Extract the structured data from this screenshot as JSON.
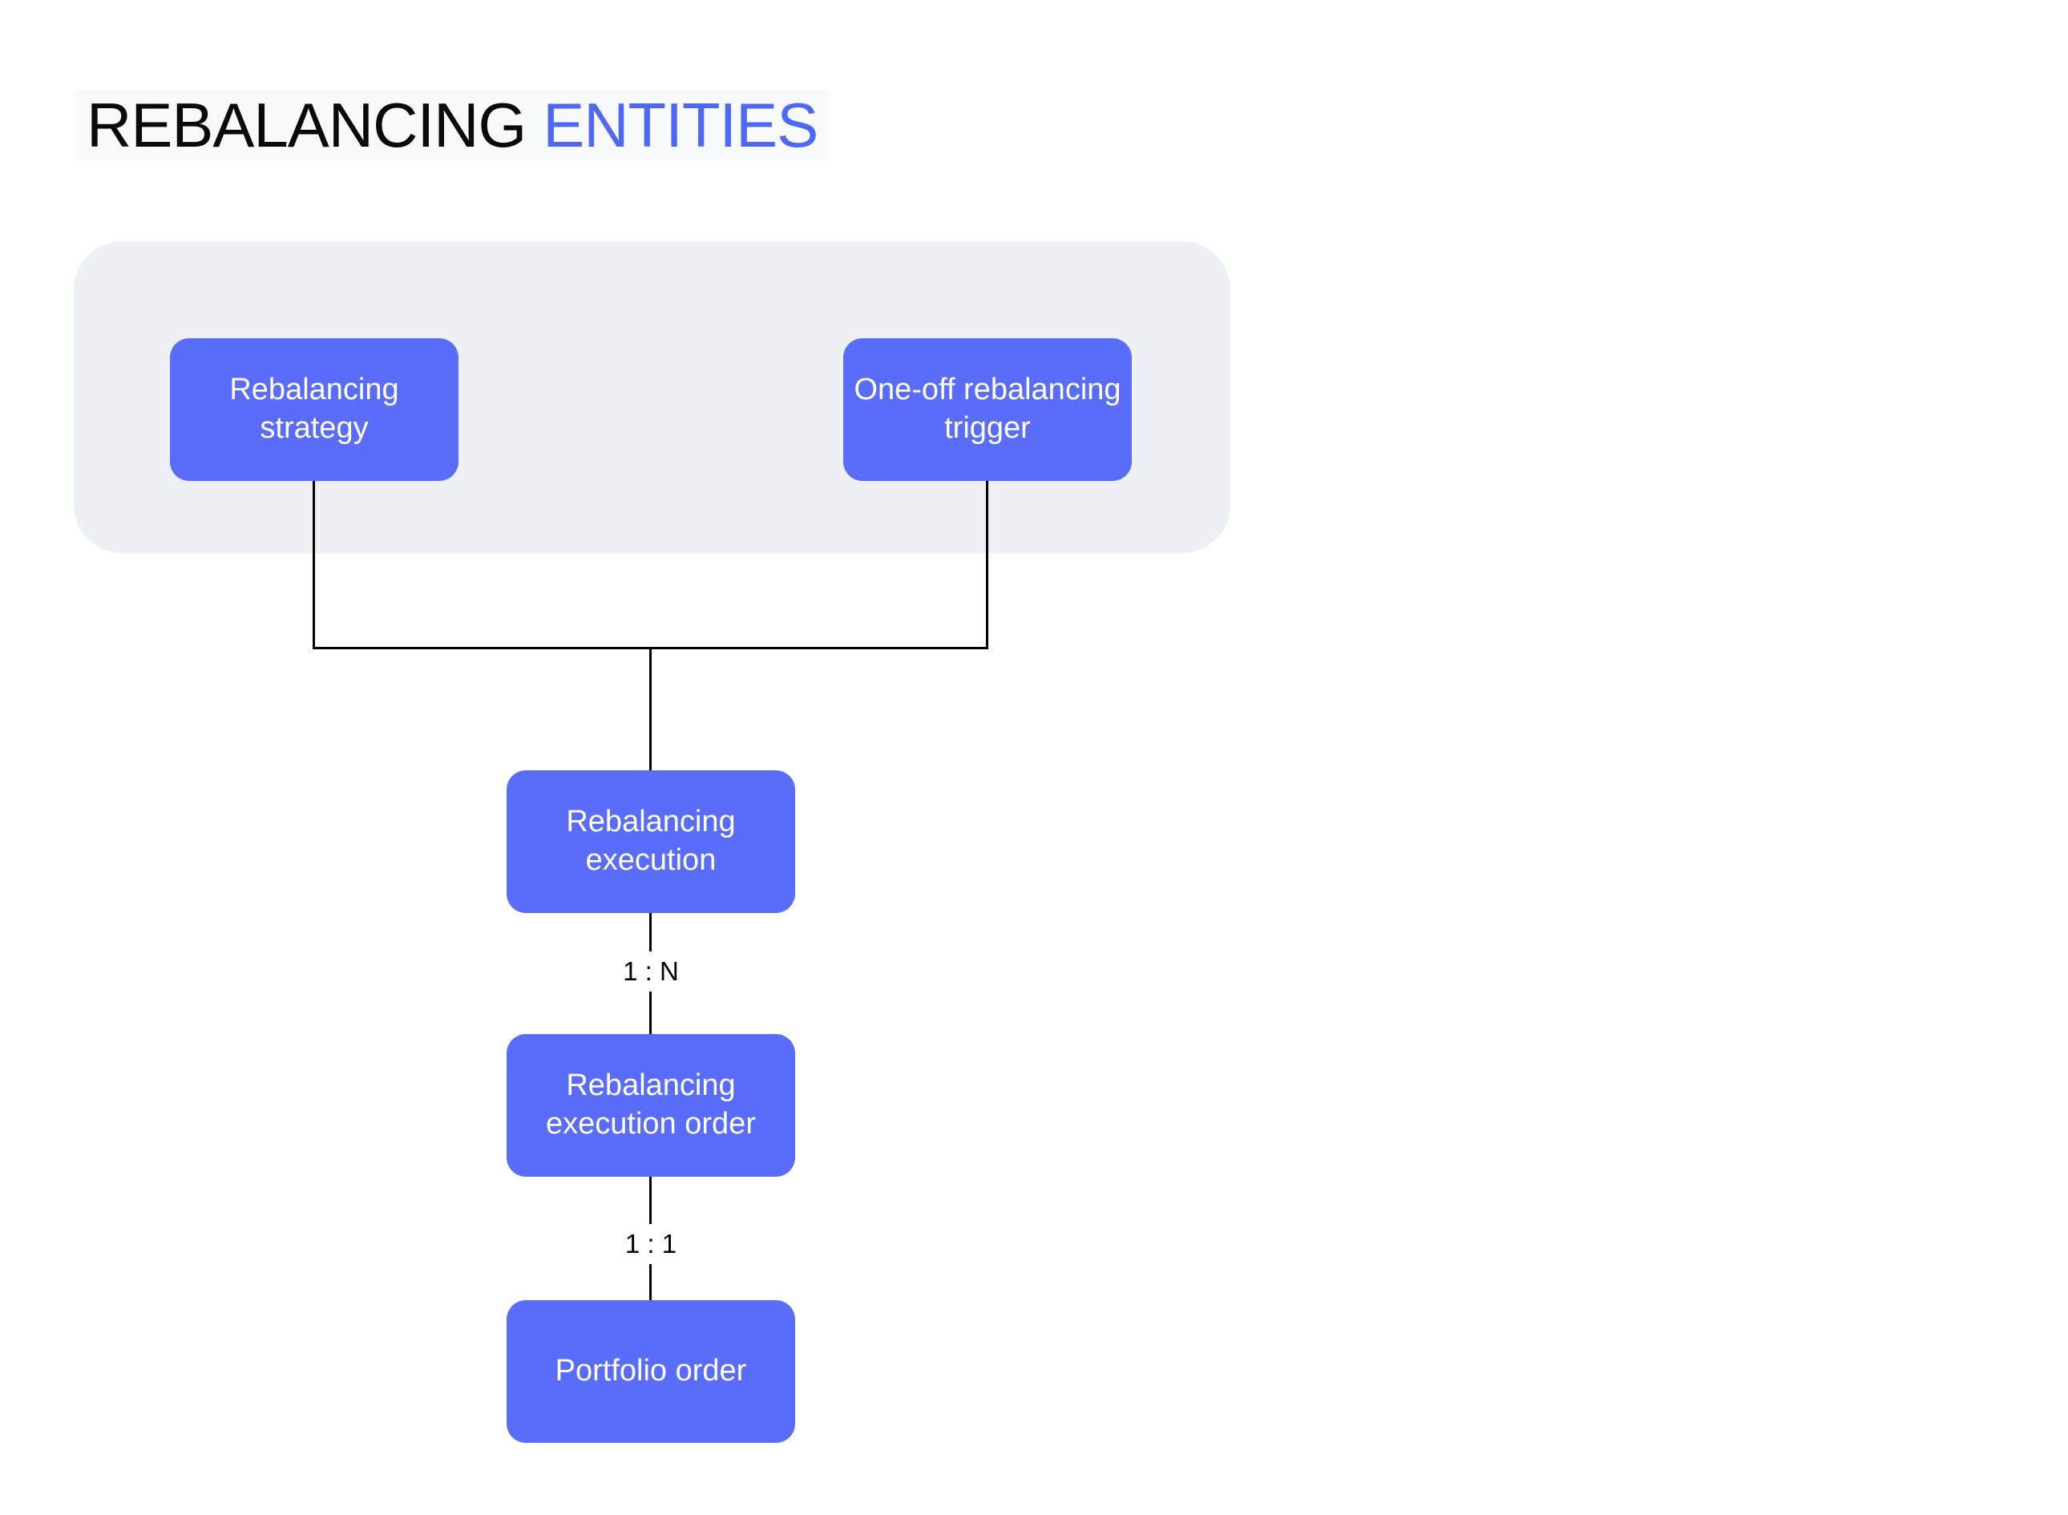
{
  "title": {
    "primary": "REBALANCING",
    "accent": "ENTITIES"
  },
  "colors": {
    "accent": "#4E68F6",
    "node_fill": "#5A6CFA",
    "group_bg": "#EDF1F6",
    "title_bg": "#F8F9FA",
    "line": "#000000",
    "node_text": "#FFFFFF",
    "page_bg": "#FFFFFF"
  },
  "nodes": {
    "strategy": {
      "line1": "Rebalancing",
      "line2": "strategy"
    },
    "trigger": {
      "line1": "One-off rebalancing",
      "line2": "trigger"
    },
    "execution": {
      "line1": "Rebalancing",
      "line2": "execution"
    },
    "execution_order": {
      "line1": "Rebalancing",
      "line2": "execution order"
    },
    "portfolio_order": {
      "line1": "Portfolio order",
      "line2": ""
    }
  },
  "edges": {
    "execution_to_order_label": "1 : N",
    "order_to_portfolio_label": "1 : 1"
  }
}
